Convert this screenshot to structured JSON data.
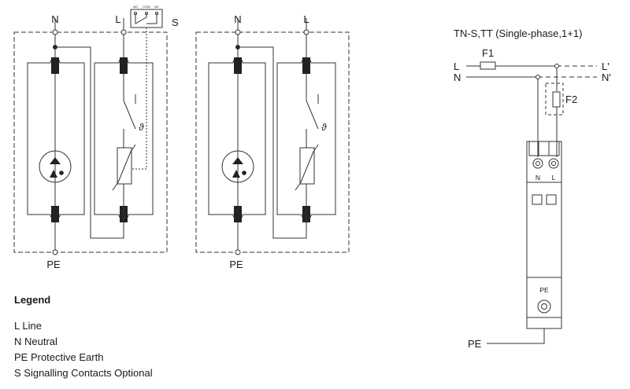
{
  "diagram": {
    "left_module_1": {
      "top_labels": [
        "N",
        "L"
      ],
      "signal_label": "S",
      "contact_labels": [
        "NO",
        "COM",
        "NC"
      ],
      "bottom_label": "PE",
      "thermal_symbol": "ϑ"
    },
    "left_module_2": {
      "top_labels": [
        "N",
        "L"
      ],
      "bottom_label": "PE",
      "thermal_symbol": "ϑ"
    },
    "wiring": {
      "title": "TN-S,TT  (Single-phase,1+1)",
      "line_in": "L",
      "neutral_in": "N",
      "line_out": "L'",
      "neutral_out": "N'",
      "fuse_1": "F1",
      "fuse_2": "F2",
      "terminal_n": "N",
      "terminal_l": "L",
      "device_pe": "PE",
      "pe_lead": "PE"
    }
  },
  "legend": {
    "heading": "Legend",
    "items": [
      "L Line",
      "N Neutral",
      "PE Protective Earth",
      "S Signalling Contacts Optional"
    ]
  }
}
